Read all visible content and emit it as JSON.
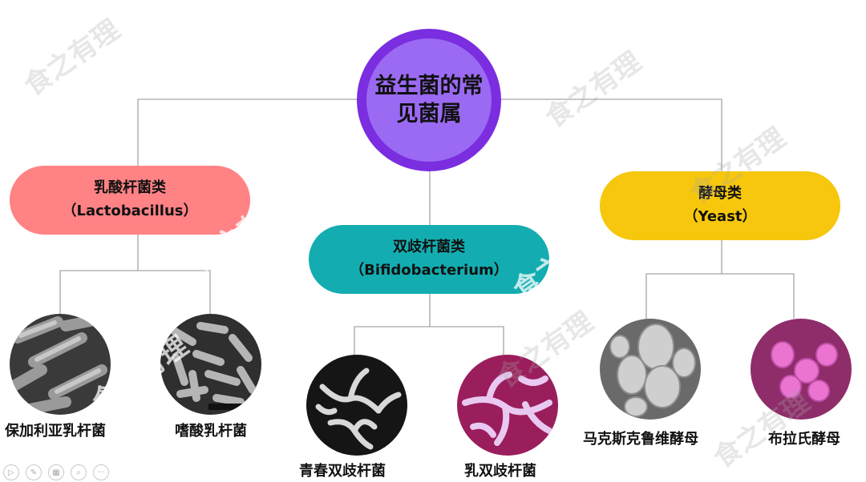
{
  "colors": {
    "connector": "#a6a6a6",
    "root_outer": "#7b2de0",
    "root_inner": "#9b6af3",
    "lactobacillus": "#ff8285",
    "bifidobacterium": "#13adb1",
    "yeast": "#f6c70c"
  },
  "root": {
    "title": "益生菌的常见菌属"
  },
  "categories": [
    {
      "name": "乳酸杆菌类",
      "latin": "（Lactobacillus）"
    },
    {
      "name": "双歧杆菌类",
      "latin": "（Bifidobacterium）"
    },
    {
      "name": "酵母类",
      "latin": "（Yeast）"
    }
  ],
  "species": [
    {
      "name": "保加利亚乳杆菌",
      "image": "rod-bacteria-gray-micrograph"
    },
    {
      "name": "嗜酸乳杆菌",
      "image": "short-rod-bacteria-gray-micrograph"
    },
    {
      "name": "青春双歧杆菌",
      "image": "branched-bacteria-dark-micrograph"
    },
    {
      "name": "乳双歧杆菌",
      "image": "branched-bacteria-purple-micrograph"
    },
    {
      "name": "马克斯克鲁维酵母",
      "image": "yeast-cells-gray-micrograph"
    },
    {
      "name": "布拉氏酵母",
      "image": "yeast-cells-pink-micrograph"
    }
  ],
  "watermark": "食之有理",
  "toolbar": [
    {
      "icon": "play-icon",
      "glyph": "▷"
    },
    {
      "icon": "pen-icon",
      "glyph": "✎"
    },
    {
      "icon": "slides-icon",
      "glyph": "▦"
    },
    {
      "icon": "zoom-icon",
      "glyph": "⌕"
    },
    {
      "icon": "more-icon",
      "glyph": "···"
    }
  ]
}
